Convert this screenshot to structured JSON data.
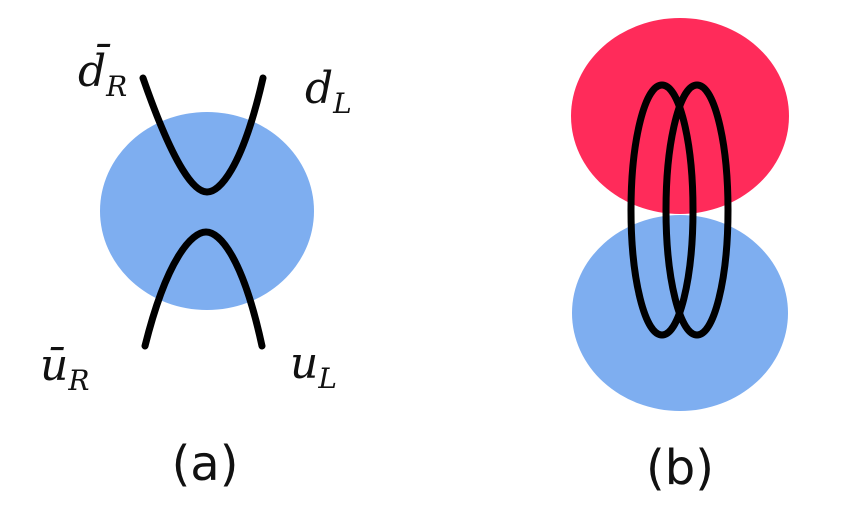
{
  "panel_a": {
    "caption": "(a)",
    "label_top_left": "d̄",
    "label_top_left_sub": "R",
    "label_top_right": "d",
    "label_top_right_sub": "L",
    "label_bottom_left": "ū",
    "label_bottom_left_sub": "R",
    "label_bottom_right": "u",
    "label_bottom_right_sub": "L",
    "blob_color": "#7eaef0"
  },
  "panel_b": {
    "caption": "(b)",
    "top_blob_color": "#ff2b5a",
    "bottom_blob_color": "#7eaef0"
  },
  "line_color": "#000000"
}
